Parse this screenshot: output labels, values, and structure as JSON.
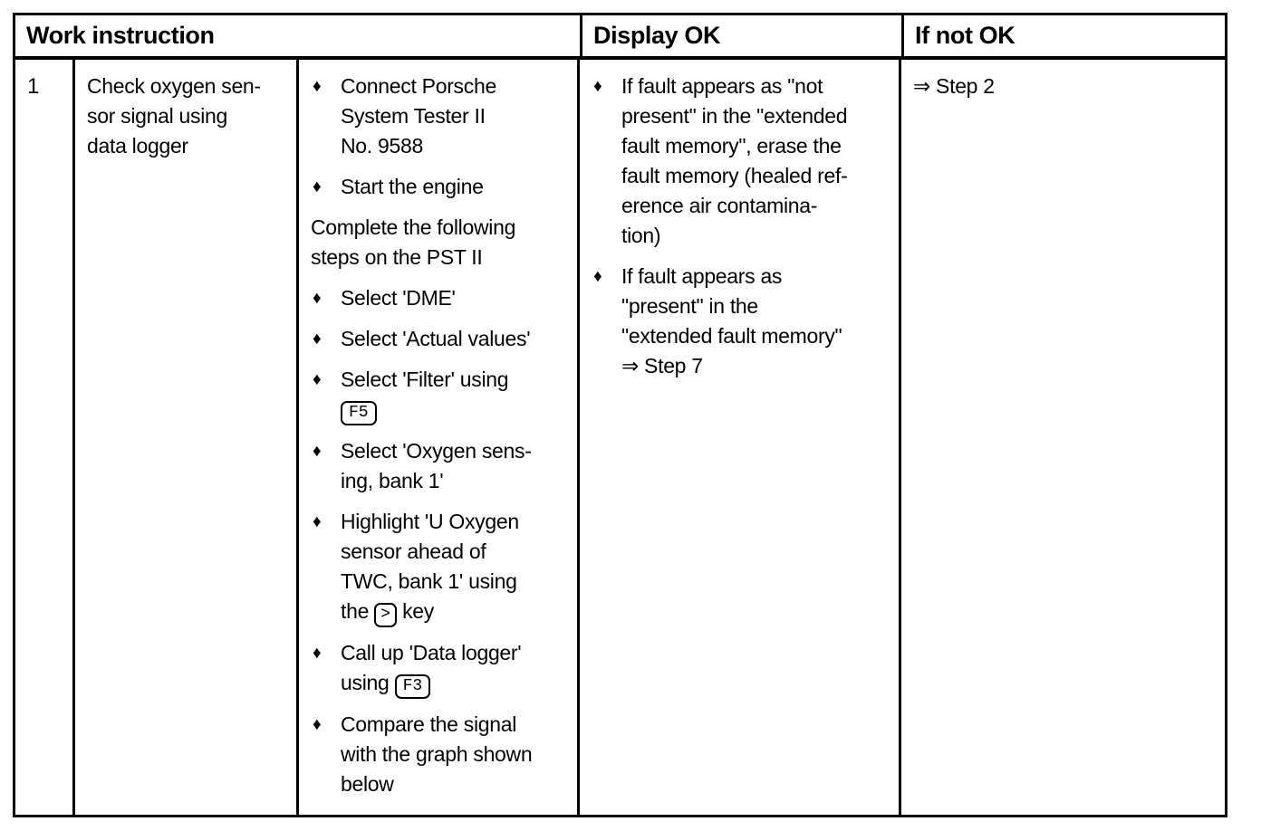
{
  "glyphs": {
    "bullet": "♦"
  },
  "header": {
    "work_instruction": "Work instruction",
    "display_ok": "Display OK",
    "if_not_ok": "If not OK"
  },
  "row": {
    "step_number": "1",
    "instruction": "Check oxygen sen-\nsor signal using\ndata logger",
    "work_steps": {
      "connect_tester": "Connect Porsche\nSystem Tester II\nNo. 9588",
      "start_engine": "Start the engine",
      "complete_note": "Complete the following\nsteps on the PST II",
      "select_dme": "Select 'DME'",
      "select_actual_values": "Select 'Actual values'",
      "select_filter_pre": "Select 'Filter' using",
      "select_filter_key": "F5",
      "select_oxygen_sensing": "Select 'Oxygen sens-\ning, bank 1'",
      "highlight_pre": "Highlight 'U Oxygen\nsensor ahead of\nTWC, bank 1' using\nthe ",
      "highlight_key": ">",
      "highlight_post": " key",
      "call_up_pre": "Call up 'Data logger'\nusing ",
      "call_up_key": "F3",
      "compare_signal": "Compare the signal\nwith the graph shown\nbelow"
    },
    "display_ok": {
      "fault_not_present": "If fault appears as \"not\npresent\" in the \"extended\nfault memory\", erase the\nfault memory (healed ref-\nerence air contamina-\ntion)",
      "fault_present": "If fault appears as\n\"present\" in the\n\"extended fault memory\"\n⇒ Step 7"
    },
    "if_not_ok": "⇒ Step 2"
  }
}
